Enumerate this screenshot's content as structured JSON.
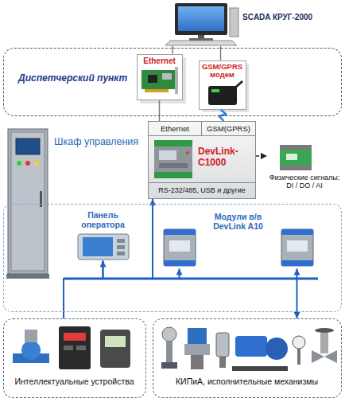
{
  "diagram": {
    "nodes": [
      {
        "text": [
          "Диспетчерский пункт"
        ]
      },
      {
        "text": [
          "SCADA КРУГ-2000"
        ]
      },
      {
        "text": [
          "Ethernet"
        ],
        "in": 0
      },
      {
        "text": [
          "GSM/GPRS модем"
        ],
        "in": 0
      },
      {
        "text": [
          "Шкаф управления"
        ]
      },
      {
        "text": [
          "Панель оператора"
        ],
        "in": 4
      },
      {
        "text": [
          "Ethernet",
          "GSM(GPRS)",
          "DevLink-C1000",
          "RS-232/485, USB и другие"
        ]
      },
      {
        "text": [
          "Модули в/в DevLink A10"
        ],
        "in": 4
      },
      {
        "text": [
          "Физические сигналы: DI / DO / AI"
        ]
      },
      {
        "text": [
          "Интеллектуальные устройства"
        ]
      },
      {
        "text": [
          "КИПиА, исполнительные механизмы"
        ]
      }
    ],
    "edges": [
      {
        "from": 2,
        "to": 1,
        "arrow": "none"
      },
      {
        "from": 3,
        "to": 1,
        "arrow": "none"
      },
      {
        "from": 2,
        "to": 6,
        "arrow": "none"
      },
      {
        "from": 3,
        "to": 6,
        "arrow": "none"
      },
      {
        "from": 6,
        "to": 8,
        "arrow": "to"
      },
      {
        "from": 6,
        "to": 5,
        "arrow": "none"
      },
      {
        "from": 6,
        "to": 7,
        "arrow": "both"
      },
      {
        "from": 9,
        "to": 5,
        "arrow": "to"
      },
      {
        "from": 10,
        "to": 7,
        "arrow": "both"
      }
    ]
  }
}
